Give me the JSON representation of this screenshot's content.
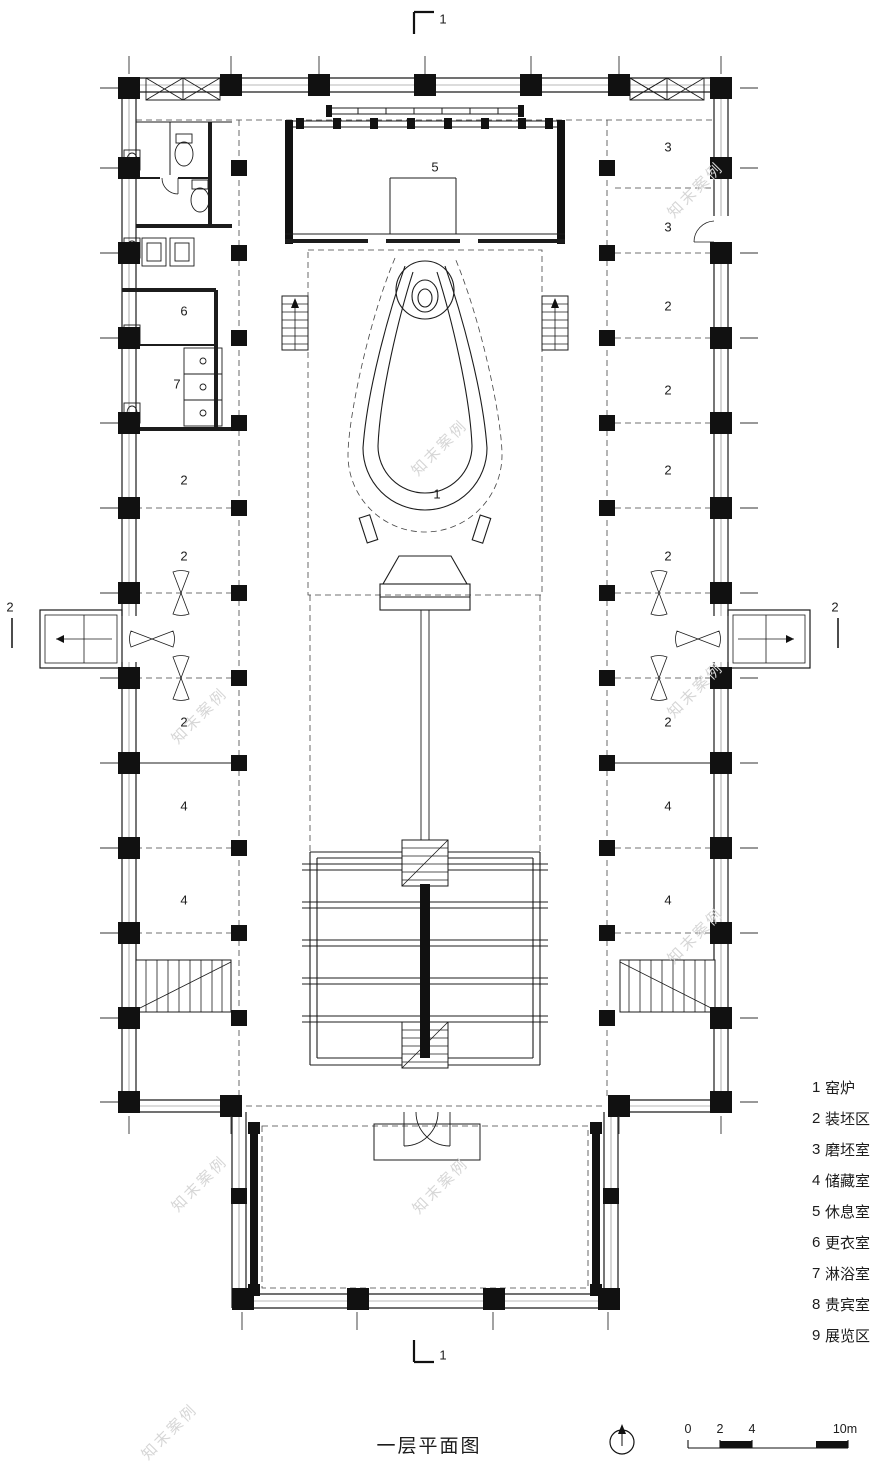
{
  "title": "一层平面图",
  "watermark": {
    "text": "知末案例"
  },
  "section_markers": {
    "top": "1",
    "bottom": "1",
    "left": "2",
    "right": "2"
  },
  "rooms": [
    "5",
    "3",
    "3",
    "2",
    "2",
    "2",
    "2",
    "2",
    "6",
    "7",
    "2",
    "2",
    "2",
    "1",
    "4",
    "4",
    "4",
    "4"
  ],
  "legend": {
    "items": [
      {
        "num": "1",
        "label": "窑炉"
      },
      {
        "num": "2",
        "label": "装坯区"
      },
      {
        "num": "3",
        "label": "磨坯室"
      },
      {
        "num": "4",
        "label": "储藏室"
      },
      {
        "num": "5",
        "label": "休息室"
      },
      {
        "num": "6",
        "label": "更衣室"
      },
      {
        "num": "7",
        "label": "淋浴室"
      },
      {
        "num": "8",
        "label": "贵宾室"
      },
      {
        "num": "9",
        "label": "展览区"
      }
    ]
  },
  "scale": {
    "t0": "0",
    "t2": "2",
    "t4": "4",
    "t10": "10m"
  },
  "colors": {
    "line": "#1c1c1c",
    "watermark": "#d6d6d6"
  }
}
